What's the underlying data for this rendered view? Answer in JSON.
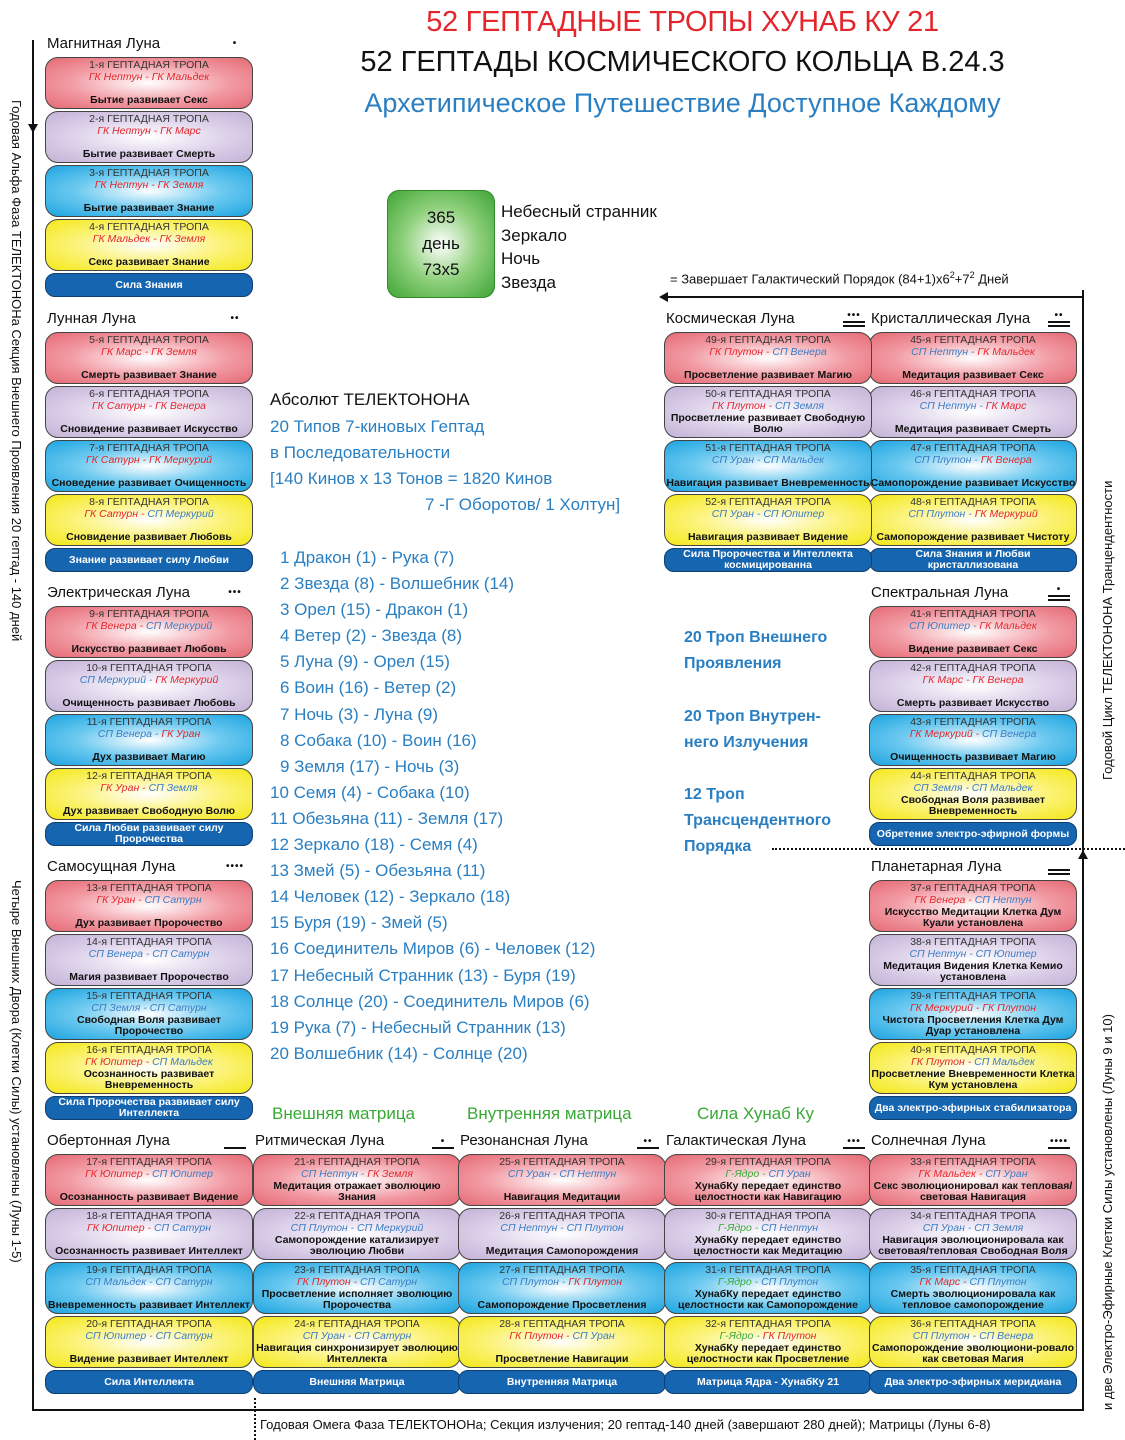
{
  "header": {
    "title_line1": "52 ГЕПТАДНЫЕ ТРОПЫ ХУНАБ КУ 21",
    "title_line2": "52 ГЕПТАДЫ КОСМИЧЕСКОГО КОЛЬЦА В.24.3",
    "title_line3": "Архетипическое Путешествие Доступное Каждому"
  },
  "colors": {
    "title_red": "#e3262c",
    "accent_blue": "#2a7fc2",
    "gk_red": "#e3262c",
    "sp_blue": "#3b7cc4",
    "core_green": "#39a935",
    "summary_blue": "#1565b0"
  },
  "year_box": {
    "number": "365",
    "unit": "день",
    "formula": "73x5",
    "items": [
      "Небесный странник",
      "Зеркало",
      "Ночь",
      "Звезда"
    ]
  },
  "galactic_note": {
    "prefix": "= Завершает Галактический Порядок (84+1)x6",
    "sup1": "2",
    "mid": "+7",
    "sup2": "2",
    "suffix": " Дней"
  },
  "absolute": {
    "title": "Абсолют ТЕЛЕКТОНОНА",
    "lines": [
      "20 Типов 7-киновых Гептад",
      "в Последовательности",
      "[140 Кинов х 13 Тонов = 1820 Кинов",
      "7 -Г Оборотов/ 1 Холтун]"
    ]
  },
  "kin_pairs": [
    "1 Дракон (1) - Рука (7)",
    "2 Звезда (8) - Волшебник (14)",
    "3 Орел (15) - Дракон (1)",
    "4 Ветер (2) - Звезда (8)",
    "5 Луна (9) - Орел (15)",
    "6 Воин (16) - Ветер (2)",
    "7 Ночь (3) - Луна (9)",
    "8 Собака (10) - Воин (16)",
    "9 Земля (17) - Ночь (3)",
    "10 Семя (4) - Собака (10)",
    "11 Обезьяна (11) - Земля (17)",
    "12 Зеркало (18) - Семя (4)",
    "13 Змей (5) - Обезьяна (11)",
    "14 Человек (12) - Зеркало (18)",
    "15 Буря (19) - Змей (5)",
    "16 Соединитель Миров (6) - Человек (12)",
    "17 Небесный Странник (13) - Буря (19)",
    "18 Солнце (20) - Соединитель Миров (6)",
    "19 Рука (7) - Небесный Странник (13)",
    "20 Волшебник (14) - Солнце (20)"
  ],
  "path_groups": {
    "outer": [
      "20 Троп Внешнего",
      "Проявления"
    ],
    "inner": [
      "20 Троп Внутрен-",
      "него Излучения"
    ],
    "transcendent": [
      "12 Троп",
      "Трансцендентного",
      "Порядка"
    ]
  },
  "matrix_labels": [
    "Внешняя матрица",
    "Внутренняя матрица",
    "Сила Хунаб Ку"
  ],
  "side_labels": {
    "left_top": "Годовая Альфа Фаза ТЕЛЕКТОНОНа   Секция Внешнего Проявления   20 гептад - 140 дней",
    "left_bottom": "Четыре Внешних Двора (Клетки Силы) установлены (Луны 1-5)",
    "right_top": "Годовой Цикл ТЕЛЕКТОНОНА Транцендентности",
    "right_bottom": "и две Электро-Эфирные Клетки Силы установлены (Луны 9 и 10)",
    "bottom": "Годовая Омега Фаза ТЕЛЕКТОНОНа; Секция излучения; 20 гептад-140 дней (завершают 280 дней); Матрицы (Луны 6-8)"
  },
  "path_label": "ГЕПТАДНАЯ ТРОПА",
  "moons": [
    {
      "name": "Магнитная Луна",
      "tone": 1,
      "summary": "Сила Знания",
      "paths": [
        {
          "n": "1-я",
          "a": {
            "t": "gk",
            "v": "ГК Нептун"
          },
          "b": {
            "t": "gk",
            "v": "ГК Мальдек"
          },
          "desc": "Бытие развивает Секс"
        },
        {
          "n": "2-я",
          "a": {
            "t": "gk",
            "v": "ГК Нептун"
          },
          "b": {
            "t": "gk",
            "v": "ГК Марс"
          },
          "desc": "Бытие развивает Смерть"
        },
        {
          "n": "3-я",
          "a": {
            "t": "gk",
            "v": "ГК Нептун"
          },
          "b": {
            "t": "gk",
            "v": "ГК Земля"
          },
          "desc": "Бытие развивает Знание"
        },
        {
          "n": "4-я",
          "a": {
            "t": "gk",
            "v": "ГК Мальдек"
          },
          "b": {
            "t": "gk",
            "v": "ГК Земля"
          },
          "desc": "Секс развивает Знание"
        }
      ]
    },
    {
      "name": "Лунная Луна",
      "tone": 2,
      "summary": "Знание развивает силу Любви",
      "paths": [
        {
          "n": "5-я",
          "a": {
            "t": "gk",
            "v": "ГК Марс"
          },
          "b": {
            "t": "gk",
            "v": "ГК Земля"
          },
          "desc": "Смерть развивает Знание"
        },
        {
          "n": "6-я",
          "a": {
            "t": "gk",
            "v": "ГК Сатурн"
          },
          "b": {
            "t": "gk",
            "v": "ГК Венера"
          },
          "desc": "Сновидение развивает Искусство"
        },
        {
          "n": "7-я",
          "a": {
            "t": "gk",
            "v": "ГК Сатурн"
          },
          "b": {
            "t": "gk",
            "v": "ГК Меркурий"
          },
          "desc": "Сноведение развивает Очищенность"
        },
        {
          "n": "8-я",
          "a": {
            "t": "gk",
            "v": "ГК Сатурн"
          },
          "b": {
            "t": "sp",
            "v": "СП Меркурий"
          },
          "desc": "Сновидение развивает Любовь"
        }
      ]
    },
    {
      "name": "Электрическая Луна",
      "tone": 3,
      "summary": "Сила Любви развивает силу Пророчества",
      "paths": [
        {
          "n": "9-я",
          "a": {
            "t": "gk",
            "v": "ГК Венера"
          },
          "b": {
            "t": "sp",
            "v": "СП Меркурий"
          },
          "desc": "Искусство развивает Любовь"
        },
        {
          "n": "10-я",
          "a": {
            "t": "sp",
            "v": "СП Меркурий"
          },
          "b": {
            "t": "gk",
            "v": "ГК Меркурий"
          },
          "desc": "Очищенность развивает Любовь"
        },
        {
          "n": "11-я",
          "a": {
            "t": "sp",
            "v": "СП Венера"
          },
          "b": {
            "t": "gk",
            "v": "ГК Уран"
          },
          "desc": "Дух развивает Магию"
        },
        {
          "n": "12-я",
          "a": {
            "t": "gk",
            "v": "ГК Уран"
          },
          "b": {
            "t": "sp",
            "v": "СП Земля"
          },
          "desc": "Дух развивает Свободную Волю"
        }
      ]
    },
    {
      "name": "Самосущная Луна",
      "tone": 4,
      "summary": "Сила Пророчества развивает силу Интеллекта",
      "paths": [
        {
          "n": "13-я",
          "a": {
            "t": "gk",
            "v": "ГК Уран"
          },
          "b": {
            "t": "sp",
            "v": "СП Сатурн"
          },
          "desc": "Дух развивает Пророчество"
        },
        {
          "n": "14-я",
          "a": {
            "t": "sp",
            "v": "СП Венера"
          },
          "b": {
            "t": "sp",
            "v": "СП Сатурн"
          },
          "desc": "Магия развивает Пророчество"
        },
        {
          "n": "15-я",
          "a": {
            "t": "sp",
            "v": "СП Земля"
          },
          "b": {
            "t": "sp",
            "v": "СП Сатурн"
          },
          "desc": "Свободная Воля развивает Пророчество"
        },
        {
          "n": "16-я",
          "a": {
            "t": "gk",
            "v": "ГК Юпитер"
          },
          "b": {
            "t": "sp",
            "v": "СП Мальдек"
          },
          "desc": "Осознанность развивает Вневременность"
        }
      ]
    },
    {
      "name": "Обертонная Луна",
      "tone": 5,
      "summary": "Сила Интеллекта",
      "paths": [
        {
          "n": "17-я",
          "a": {
            "t": "gk",
            "v": "ГК Юпитер"
          },
          "b": {
            "t": "sp",
            "v": "СП Юпитер"
          },
          "desc": "Осознанность развивает Видение"
        },
        {
          "n": "18-я",
          "a": {
            "t": "gk",
            "v": "ГК Юпитер"
          },
          "b": {
            "t": "sp",
            "v": "СП Сатурн"
          },
          "desc": "Осознанность развивает Интеллект"
        },
        {
          "n": "19-я",
          "a": {
            "t": "sp",
            "v": "СП Мальдек"
          },
          "b": {
            "t": "sp",
            "v": "СП Сатурн"
          },
          "desc": "Вневременность развивает Интеллект"
        },
        {
          "n": "20-я",
          "a": {
            "t": "sp",
            "v": "СП Юпитер"
          },
          "b": {
            "t": "sp",
            "v": "СП Сатурн"
          },
          "desc": "Видение развивает Интеллект"
        }
      ]
    },
    {
      "name": "Ритмическая Луна",
      "tone": 6,
      "summary": "Внешняя Матрица",
      "paths": [
        {
          "n": "21-я",
          "a": {
            "t": "sp",
            "v": "СП Нептун"
          },
          "b": {
            "t": "gk",
            "v": "ГК Земля"
          },
          "desc": "Медитация отражает эволюцию Знания"
        },
        {
          "n": "22-я",
          "a": {
            "t": "sp",
            "v": "СП Плутон"
          },
          "b": {
            "t": "sp",
            "v": "СП Меркурий"
          },
          "desc": "Самопорождение катализирует эволюцию Любви"
        },
        {
          "n": "23-я",
          "a": {
            "t": "gk",
            "v": "ГК Плутон"
          },
          "b": {
            "t": "sp",
            "v": "СП Сатурн"
          },
          "desc": "Просветление исполняет эволюцию Пророчества"
        },
        {
          "n": "24-я",
          "a": {
            "t": "sp",
            "v": "СП Уран"
          },
          "b": {
            "t": "sp",
            "v": "СП Сатурн"
          },
          "desc": "Навигация синхронизирует эволюцию Интеллекта"
        }
      ]
    },
    {
      "name": "Резонансная Луна",
      "tone": 7,
      "summary": "Внутренняя Матрица",
      "paths": [
        {
          "n": "25-я",
          "a": {
            "t": "sp",
            "v": "СП Уран"
          },
          "b": {
            "t": "sp",
            "v": "СП Нептун"
          },
          "desc": "Навигация Медитации"
        },
        {
          "n": "26-я",
          "a": {
            "t": "sp",
            "v": "СП Нептун"
          },
          "b": {
            "t": "sp",
            "v": "СП Плутон"
          },
          "desc": "Медитация Самопорождения"
        },
        {
          "n": "27-я",
          "a": {
            "t": "sp",
            "v": "СП Плутон"
          },
          "b": {
            "t": "gk",
            "v": "ГК Плутон"
          },
          "desc": "Самопорождение Просветления"
        },
        {
          "n": "28-я",
          "a": {
            "t": "gk",
            "v": "ГК Плутон"
          },
          "b": {
            "t": "sp",
            "v": "СП Уран"
          },
          "desc": "Просветление Навигации"
        }
      ]
    },
    {
      "name": "Галактическая Луна",
      "tone": 8,
      "summary": "Матрица Ядра - ХунабКу 21",
      "paths": [
        {
          "n": "29-я",
          "a": {
            "t": "gy",
            "v": "Г-Ядро"
          },
          "b": {
            "t": "sp",
            "v": "СП Уран"
          },
          "desc": "ХунабКу передает единство целостности как Навигацию"
        },
        {
          "n": "30-я",
          "a": {
            "t": "gy",
            "v": "Г-Ядро"
          },
          "b": {
            "t": "sp",
            "v": "СП Нептун"
          },
          "desc": "ХунабКу передает единство целостности как Медитацию"
        },
        {
          "n": "31-я",
          "a": {
            "t": "gy",
            "v": "Г-Ядро"
          },
          "b": {
            "t": "sp",
            "v": "СП Плутон"
          },
          "desc": "ХунабКу передает единство целостности как Самопорождение"
        },
        {
          "n": "32-я",
          "a": {
            "t": "gy",
            "v": "Г-Ядро"
          },
          "b": {
            "t": "gk",
            "v": "ГК Плутон"
          },
          "desc": "ХунабКу передает единство целостности как Просветление"
        }
      ]
    },
    {
      "name": "Солнечная Луна",
      "tone": 9,
      "summary": "Два электро-эфирных меридиана",
      "paths": [
        {
          "n": "33-я",
          "a": {
            "t": "gk",
            "v": "ГК Мальдек"
          },
          "b": {
            "t": "sp",
            "v": "СП Уран"
          },
          "desc": "Секс эволюционировал как тепловая/световая Навигация"
        },
        {
          "n": "34-я",
          "a": {
            "t": "sp",
            "v": "СП Уран"
          },
          "b": {
            "t": "sp",
            "v": "СП Земля"
          },
          "desc": "Навигация эволюционировала как световая/тепловая Свободная Воля"
        },
        {
          "n": "35-я",
          "a": {
            "t": "gk",
            "v": "ГК Марс"
          },
          "b": {
            "t": "sp",
            "v": "СП Плутон"
          },
          "desc": "Смерть эволюционировала как тепловое самопорождение"
        },
        {
          "n": "36-я",
          "a": {
            "t": "sp",
            "v": "СП Плутон"
          },
          "b": {
            "t": "sp",
            "v": "СП Венера"
          },
          "desc": "Самопорождение эволюциони-ровало как световая Магия"
        }
      ]
    },
    {
      "name": "Планетарная Луна",
      "tone": 10,
      "summary": "Два электро-эфирных стабилизатора",
      "paths": [
        {
          "n": "37-я",
          "a": {
            "t": "gk",
            "v": "ГК Венера"
          },
          "b": {
            "t": "sp",
            "v": "СП Нептун"
          },
          "desc": "Искусство Медитации Клетка Дум Куали установлена"
        },
        {
          "n": "38-я",
          "a": {
            "t": "sp",
            "v": "СП Нептун"
          },
          "b": {
            "t": "sp",
            "v": "СП Юпитер"
          },
          "desc": "Медитация Видения Клетка Кемио установлена"
        },
        {
          "n": "39-я",
          "a": {
            "t": "gk",
            "v": "ГК Меркурий"
          },
          "b": {
            "t": "gk",
            "v": "ГК Плутон"
          },
          "desc": "Чистота Просветления Клетка Дум Дуар установлена"
        },
        {
          "n": "40-я",
          "a": {
            "t": "gk",
            "v": "ГК Плутон"
          },
          "b": {
            "t": "sp",
            "v": "СП Мальдек"
          },
          "desc": "Просветление Вневременности Клетка Кум установлена"
        }
      ]
    },
    {
      "name": "Спектральная Луна",
      "tone": 11,
      "summary": "Обретение электро-эфирной формы",
      "paths": [
        {
          "n": "41-я",
          "a": {
            "t": "sp",
            "v": "СП Юпитер"
          },
          "b": {
            "t": "gk",
            "v": "ГК Мальдек"
          },
          "desc": "Видение развивает Секс"
        },
        {
          "n": "42-я",
          "a": {
            "t": "gk",
            "v": "ГК Марс"
          },
          "b": {
            "t": "gk",
            "v": "ГК Венера"
          },
          "desc": "Смерть развивает Искусство"
        },
        {
          "n": "43-я",
          "a": {
            "t": "gk",
            "v": "ГК Меркурий"
          },
          "b": {
            "t": "sp",
            "v": "СП Венера"
          },
          "desc": "Очищенность развивает Магию"
        },
        {
          "n": "44-я",
          "a": {
            "t": "sp",
            "v": "СП Земля"
          },
          "b": {
            "t": "sp",
            "v": "СП Мальдек"
          },
          "desc": "Свободная Воля развивает Вневременность"
        }
      ]
    },
    {
      "name": "Кристаллическая Луна",
      "tone": 12,
      "summary": "Сила Знания и Любви кристаллизована",
      "paths": [
        {
          "n": "45-я",
          "a": {
            "t": "sp",
            "v": "СП Нептун"
          },
          "b": {
            "t": "gk",
            "v": "ГК Мальдек"
          },
          "desc": "Медитация развивает Секс"
        },
        {
          "n": "46-я",
          "a": {
            "t": "sp",
            "v": "СП Нептун"
          },
          "b": {
            "t": "gk",
            "v": "ГК Марс"
          },
          "desc": "Медитация развивает Смерть"
        },
        {
          "n": "47-я",
          "a": {
            "t": "sp",
            "v": "СП Плутон"
          },
          "b": {
            "t": "gk",
            "v": "ГК Венера"
          },
          "desc": "Самопорождение развивает Искусство"
        },
        {
          "n": "48-я",
          "a": {
            "t": "sp",
            "v": "СП Плутон"
          },
          "b": {
            "t": "gk",
            "v": "ГК Меркурий"
          },
          "desc": "Самопорождение развивает Чистоту"
        }
      ]
    },
    {
      "name": "Космическая Луна",
      "tone": 13,
      "summary": "Сила Пророчества и Интеллекта космицированна",
      "paths": [
        {
          "n": "49-я",
          "a": {
            "t": "gk",
            "v": "ГК Плутон"
          },
          "b": {
            "t": "sp",
            "v": "СП Венера"
          },
          "desc": "Просветление развивает Магию"
        },
        {
          "n": "50-я",
          "a": {
            "t": "gk",
            "v": "ГК Плутон"
          },
          "b": {
            "t": "sp",
            "v": "СП Земля"
          },
          "desc": "Просветление развивает Свободную Волю"
        },
        {
          "n": "51-я",
          "a": {
            "t": "sp",
            "v": "СП Уран"
          },
          "b": {
            "t": "sp",
            "v": "СП Мальдек"
          },
          "desc": "Навигация развивает Вневременность"
        },
        {
          "n": "52-я",
          "a": {
            "t": "sp",
            "v": "СП Уран"
          },
          "b": {
            "t": "sp",
            "v": "СП Юпитер"
          },
          "desc": "Навигация развивает Видение"
        }
      ]
    }
  ]
}
